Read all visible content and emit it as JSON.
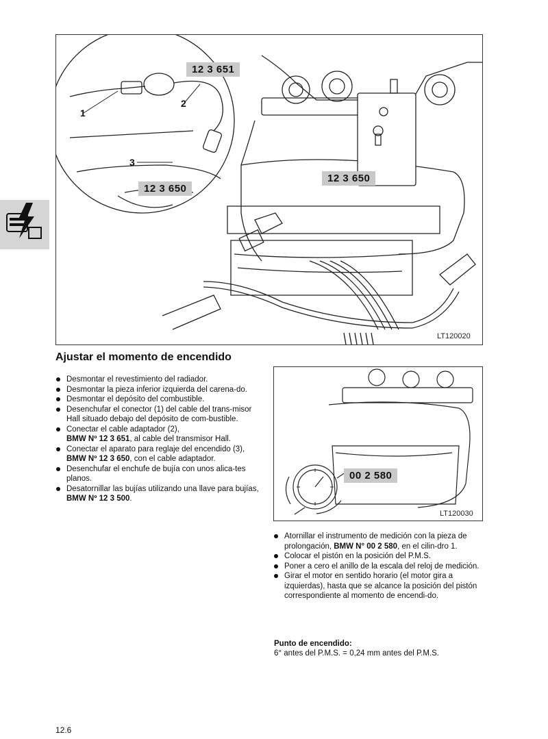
{
  "figure_top": {
    "labels": {
      "cable_adapter": "12 3 651",
      "tester_wire": "12 3 650",
      "tester_device": "12 3 650"
    },
    "callouts": {
      "c1": "1",
      "c2": "2",
      "c3": "3"
    },
    "code": "LT120020"
  },
  "side_tab": {
    "icon": "ignition-lightning-icon"
  },
  "section": {
    "title": "Ajustar el momento de encendido"
  },
  "left_steps": [
    {
      "text": "Desmontar el revestimiento del radiador."
    },
    {
      "text": "Desmontar la pieza inferior izquierda del carena-do."
    },
    {
      "text": "Desmontar el depósito del combustible."
    },
    {
      "text": "Desenchufar el conector (1) del cable del trans-misor Hall situado debajo del depósito de com-bustible."
    },
    {
      "pre": "Conectar el cable adaptador (2),",
      "bold": "BMW Nº 12 3 651",
      "post": ", al cable del transmisor Hall."
    },
    {
      "pre": "Conectar el aparato para reglaje del encendido (3), ",
      "bold": "BMW Nº 12 3 650",
      "post": ", con el cable adaptador."
    },
    {
      "text": "Desenchufar el enchufe de bujía con unos alica-tes planos."
    },
    {
      "pre": "Desatornillar las bujías utilizando una llave para bujías, ",
      "bold": "BMW Nº 12 3 500",
      "post": "."
    }
  ],
  "figure_small": {
    "label": "00 2 580",
    "code": "LT120030"
  },
  "right_steps": [
    {
      "pre": "Atornillar el instrumento de medición con la pieza de prolongación, ",
      "bold": "BMW N° 00 2 580",
      "post": ", en el cilin-dro 1."
    },
    {
      "text": "Colocar el pistón en la posición del P.M.S."
    },
    {
      "text": "Poner a cero el anillo de la escala del reloj de medición."
    },
    {
      "text": "Girar el motor en sentido horario (el motor gira a izquierdas), hasta que se alcance la posición del pistón correspondiente al momento de encendi-do."
    }
  ],
  "spec": {
    "title": "Punto de encendido:",
    "value": "6° antes del P.M.S. = 0,24 mm antes del P.M.S."
  },
  "page": {
    "number": "12.6"
  }
}
